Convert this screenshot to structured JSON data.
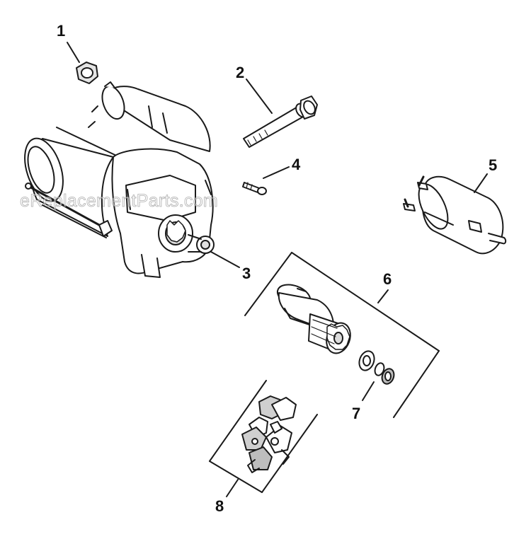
{
  "diagram": {
    "callouts": [
      {
        "id": "1",
        "label": "1"
      },
      {
        "id": "2",
        "label": "2"
      },
      {
        "id": "3",
        "label": "3"
      },
      {
        "id": "4",
        "label": "4"
      },
      {
        "id": "5",
        "label": "5"
      },
      {
        "id": "6",
        "label": "6"
      },
      {
        "id": "7",
        "label": "7"
      },
      {
        "id": "8",
        "label": "8"
      }
    ],
    "watermark": "eReplacementParts.com"
  },
  "colors": {
    "line": "#1a1a1a",
    "fill": "#ffffff",
    "shade": "#d8d8d8"
  }
}
